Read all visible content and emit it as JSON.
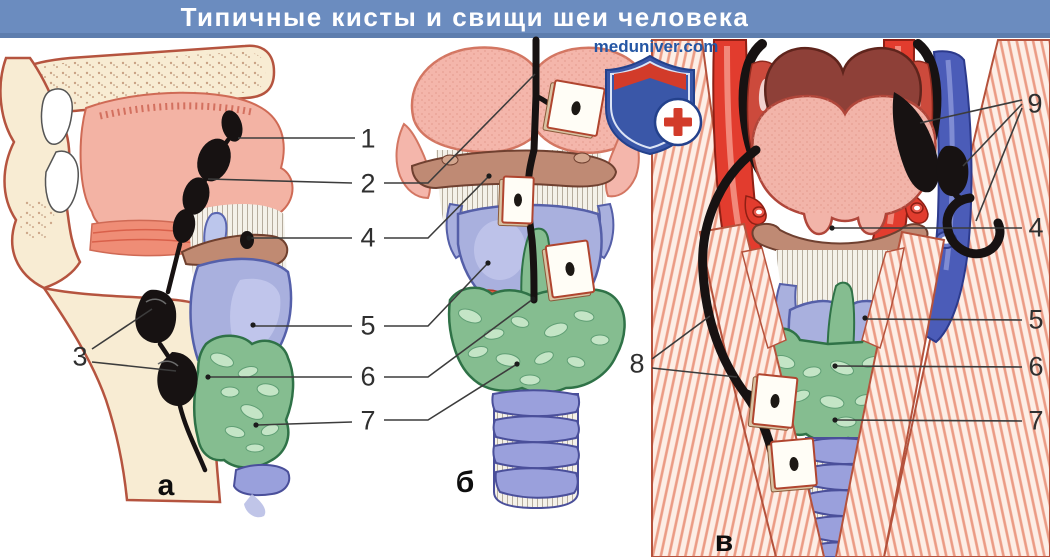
{
  "title": "Типичные кисты и свищи шеи человека",
  "watermark": "meduniver.com",
  "panel_letters": {
    "a": "а",
    "b": "б",
    "v": "в"
  },
  "labels": {
    "left": [
      "1",
      "2",
      "4",
      "5",
      "6",
      "7"
    ],
    "figure_a": [
      "3"
    ],
    "figure_v": [
      "8"
    ],
    "right": [
      "9",
      "4",
      "5",
      "6",
      "7"
    ]
  },
  "icons": {
    "watermark_logo": "shield-with-red-cross"
  },
  "colors": {
    "title_bar": "#6b8cbf",
    "title_bar_edge": "#5d7dad",
    "title_text": "#ffffff",
    "watermark_blue": "#2456a4",
    "cyst_black": "#171212",
    "thyroid_green": "#85bd90",
    "thyroid_lobule_green": "#c4e5c6",
    "cartilage_lavender": "#a9b0de",
    "artery_red": "#e23c2e",
    "vein_blue": "#4b5cb8",
    "hyoid_brown": "#bf8a74",
    "tongue_pink": "#f2b4a9",
    "deep_tongue_maroon": "#8e4038",
    "bone_cream": "#f8ecd3",
    "muscle_red": "#e25f45",
    "leader_line": "#3c3c3c"
  }
}
